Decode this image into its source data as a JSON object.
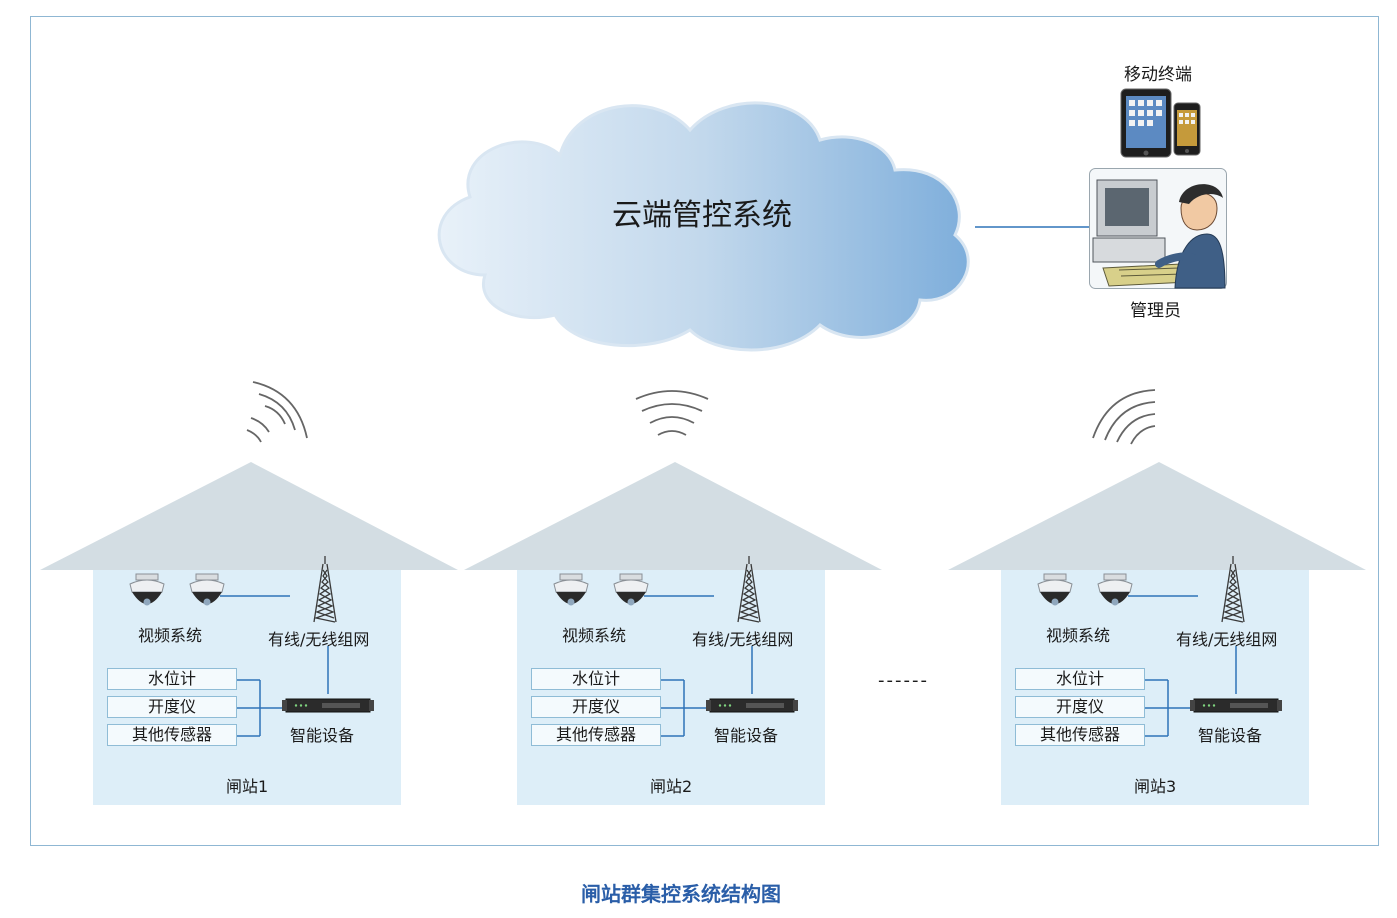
{
  "cloud": {
    "label": "云端管控系统"
  },
  "mobile": {
    "label": "移动终端"
  },
  "admin": {
    "label": "管理员"
  },
  "ellipsis": "------",
  "caption": "闸站群集控系统结构图",
  "stations": [
    {
      "name": "闸站1",
      "video_label": "视频系统",
      "network_label": "有线/无线组网",
      "device_label": "智能设备",
      "sensors": [
        "水位计",
        "开度仪",
        "其他传感器"
      ]
    },
    {
      "name": "闸站2",
      "video_label": "视频系统",
      "network_label": "有线/无线组网",
      "device_label": "智能设备",
      "sensors": [
        "水位计",
        "开度仪",
        "其他传感器"
      ]
    },
    {
      "name": "闸站3",
      "video_label": "视频系统",
      "network_label": "有线/无线组网",
      "device_label": "智能设备",
      "sensors": [
        "水位计",
        "开度仪",
        "其他传感器"
      ]
    }
  ],
  "colors": {
    "line": "#2f73b8",
    "roof": "#d3dde3",
    "room": "#ddeef8",
    "border": "#8fb7d3",
    "caption": "#2a5ea8"
  },
  "icons": [
    "cloud-icon",
    "tablet-icon",
    "phone-icon",
    "operator-icon",
    "dome-camera-icon",
    "antenna-tower-icon",
    "wireless-signal-icon",
    "router-icon"
  ]
}
